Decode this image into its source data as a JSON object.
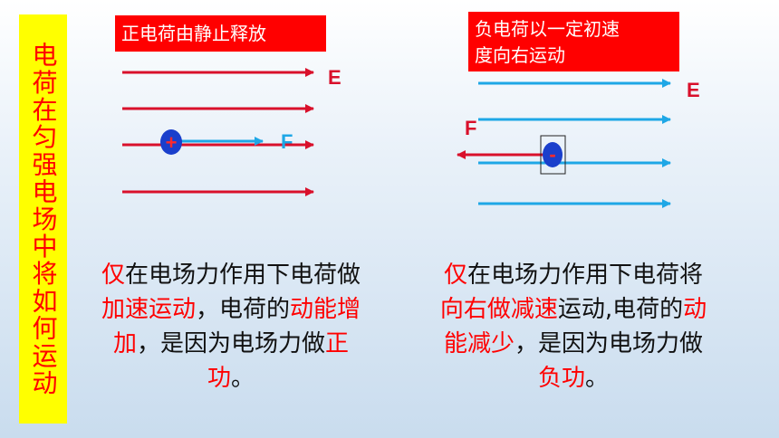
{
  "side_title": "电荷在匀强电场中将如何运动",
  "left": {
    "label": "正电荷由静止释放",
    "field_label": "E",
    "force_label": "F",
    "charge_sign": "+",
    "paragraph": {
      "p1": "仅",
      "p2": "在电场力作用下电荷做",
      "p3": "加速运动",
      "p4": "，电荷的",
      "p5": "动能增加",
      "p6": "，是因为电场力做",
      "p7": "正功",
      "p8": "。"
    }
  },
  "right": {
    "label_line1": "负电荷以一定初速",
    "label_line2": "度向右运动",
    "field_label": "E",
    "force_label": "F",
    "charge_sign": "-",
    "paragraph": {
      "p1": "仅",
      "p2": "在电场力作用下电荷将",
      "p3": "向右做减速",
      "p4": "运动,电荷的",
      "p5": "动能减少",
      "p6": "，是因为电场力做",
      "p7": "负功",
      "p8": "。"
    }
  },
  "colors": {
    "title_bg": "#ffff00",
    "title_text": "#ff0000",
    "left_field_lines": "#d9102b",
    "right_field_lines": "#1ea7e6",
    "charge": "#1a3fcc",
    "force_left": "#1ea7e6",
    "force_right": "#d9102b"
  }
}
